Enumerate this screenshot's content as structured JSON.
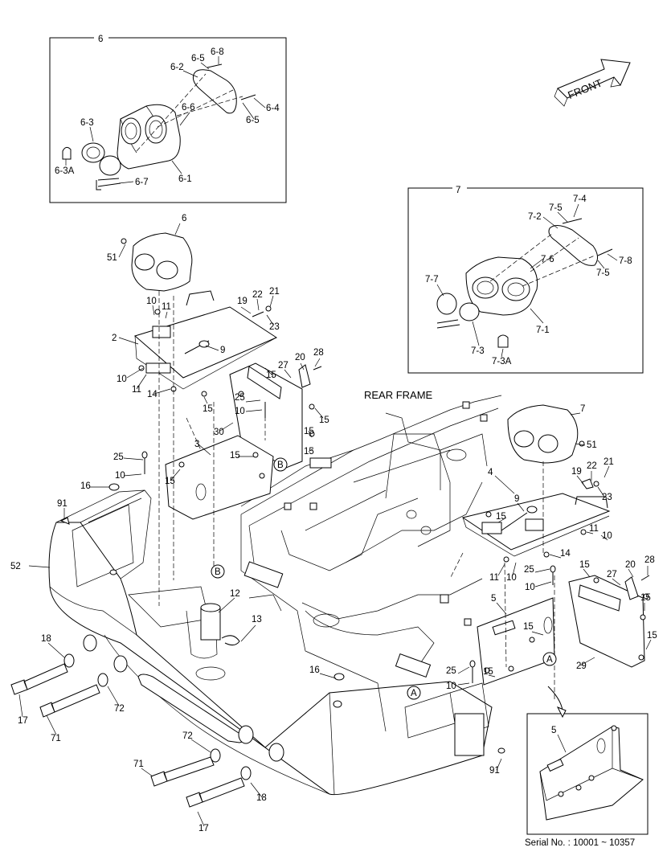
{
  "diagram": {
    "texts": {
      "front": "FRONT",
      "rear_frame": "REAR FRAME",
      "serial": "Serial No. : 10001 ~ 10357"
    },
    "callouts": {
      "box6": "6",
      "box7": "7",
      "c6_1": "6-1",
      "c6_2": "6-2",
      "c6_3": "6-3",
      "c6_3A": "6-3A",
      "c6_4": "6-4",
      "c6_5a": "6-5",
      "c6_5b": "6-5",
      "c6_6": "6-6",
      "c6_7": "6-7",
      "c6_8": "6-8",
      "c7_1": "7-1",
      "c7_2": "7-2",
      "c7_3": "7-3",
      "c7_3A": "7-3A",
      "c7_4": "7-4",
      "c7_5a": "7-5",
      "c7_5b": "7-5",
      "c7_6": "7-6",
      "c7_7": "7-7",
      "c7_8": "7-8",
      "p6": "6",
      "p51a": "51",
      "p10a": "10",
      "p11a": "11",
      "p2": "2",
      "p9a": "9",
      "p19a": "19",
      "p22a": "22",
      "p21a": "21",
      "p23a": "23",
      "p10b": "10",
      "p11b": "11",
      "p14a": "14",
      "p15a": "15",
      "p27a": "27",
      "p20a": "20",
      "p28a": "28",
      "p15b": "15",
      "p25a": "25",
      "p10c": "10",
      "p15c": "15",
      "p30": "30",
      "p15d": "15",
      "p3": "3",
      "p15e": "15",
      "p15f": "15",
      "pBa": "B",
      "p25b": "25",
      "p10d": "10",
      "p16a": "16",
      "p91a": "91",
      "p52": "52",
      "pBb": "B",
      "p12": "12",
      "p13": "13",
      "p18a": "18",
      "p17a": "17",
      "p72a": "72",
      "p71a": "71",
      "p7": "7",
      "p51b": "51",
      "p19b": "19",
      "p22b": "22",
      "p21b": "21",
      "p23b": "23",
      "p4": "4",
      "p9b": "9",
      "p15g": "15",
      "p11c": "11",
      "p10e": "10",
      "p14b": "14",
      "p11d": "11",
      "p10f": "10",
      "p25c": "25",
      "p10g": "10",
      "p15h": "15",
      "p20b": "20",
      "p28b": "28",
      "p27b": "27",
      "p15i": "15",
      "p5a": "5",
      "p15j": "15",
      "pAa": "A",
      "p29": "29",
      "p15k": "15",
      "p16b": "16",
      "p25d": "25",
      "p10h": "10",
      "p15l": "15",
      "pAb": "A",
      "p91b": "91",
      "p72b": "72",
      "p71b": "71",
      "p18b": "18",
      "p17b": "17",
      "p5b": "5"
    }
  }
}
